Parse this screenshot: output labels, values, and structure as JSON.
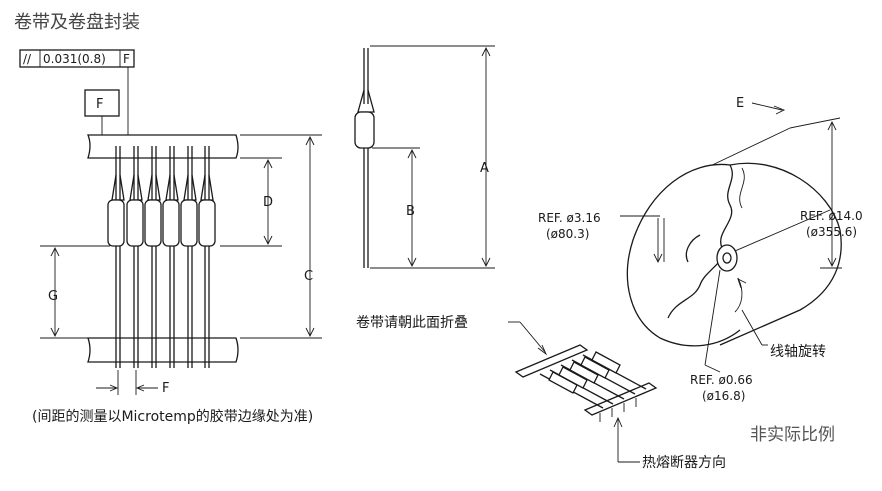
{
  "title": "卷带及卷盘封装",
  "tolerance": {
    "symbol": "//",
    "value": "0.031(0.8)",
    "datum": "F"
  },
  "datum_label": "F",
  "dims": {
    "A": "A",
    "B": "B",
    "C": "C",
    "D": "D",
    "G": "G",
    "F": "F",
    "E": "E"
  },
  "ref_core": {
    "line1": "REF. ø3.16",
    "line2": "(ø80.3)"
  },
  "ref_reel": {
    "line1": "REF. ø14.0",
    "line2": "(ø355.6)"
  },
  "ref_hub": {
    "line1": "REF. ø0.66",
    "line2": "(ø16.8)"
  },
  "fold_label": "卷带请朝此面折叠",
  "spool_label": "线轴旋转",
  "direction_label": "热熔断器方向",
  "caption": "(间距的测量以Microtemp的胶带边缘处为准)",
  "not_to_scale": "非实际比例"
}
